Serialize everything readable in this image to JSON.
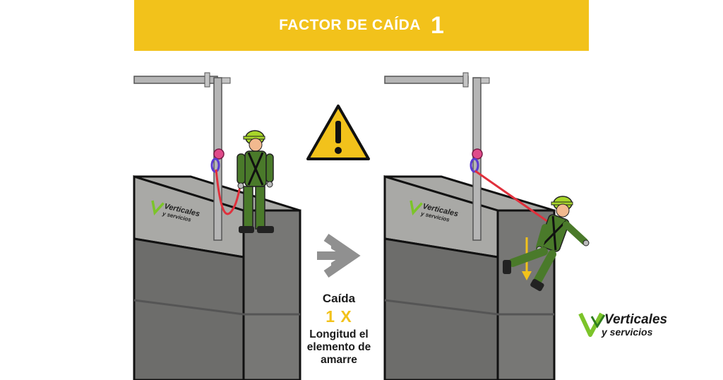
{
  "header": {
    "title": "FACTOR DE CAÍDA",
    "factor": "1"
  },
  "caption": {
    "line1": "Caída",
    "line2": "1 X",
    "line3": "Longitud el",
    "line4": "elemento de",
    "line5": "amarre"
  },
  "brand": {
    "name": "Verticales",
    "tagline": "y servicios"
  },
  "icons": {
    "warning": "warning-icon",
    "arrow": "arrow-right-icon",
    "fall": "arrow-down-icon"
  },
  "colors": {
    "banner": "#f2c21b",
    "lanyard": "#e0303c",
    "worker_suit": "#4a7a2a",
    "helmet": "#a8d62a",
    "logo_green": "#7cc42a"
  }
}
